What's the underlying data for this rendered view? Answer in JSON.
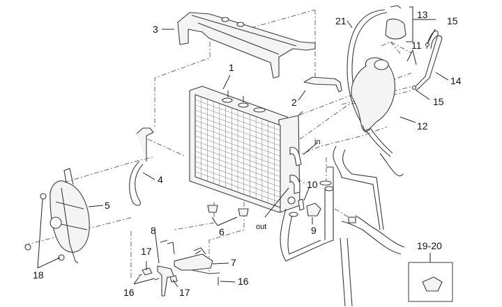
{
  "diagram": {
    "title": "Radiator cooling system exploded parts diagram",
    "callouts": [
      {
        "id": "c1",
        "text": "1",
        "part": "radiator"
      },
      {
        "id": "c2",
        "text": "2",
        "part": "expansion-tank-bracket"
      },
      {
        "id": "c3",
        "text": "3",
        "part": "radiator-top-cover"
      },
      {
        "id": "c4",
        "text": "4",
        "part": "radiator-side-bracket"
      },
      {
        "id": "c5",
        "text": "5",
        "part": "cooling-fan"
      },
      {
        "id": "c6",
        "text": "6",
        "part": "rubber-grommets"
      },
      {
        "id": "c7",
        "text": "7",
        "part": "lower-mounting-bracket"
      },
      {
        "id": "c8",
        "text": "8",
        "part": "support-plate"
      },
      {
        "id": "c9",
        "text": "9",
        "part": "thermal-switch"
      },
      {
        "id": "c10",
        "text": "10",
        "part": "sealing-washer"
      },
      {
        "id": "c11",
        "text": "11",
        "part": "screws"
      },
      {
        "id": "c12",
        "text": "12",
        "part": "expansion-tank"
      },
      {
        "id": "c13",
        "text": "13",
        "part": "tank-cap"
      },
      {
        "id": "c14",
        "text": "14",
        "part": "overflow-hose"
      },
      {
        "id": "c15a",
        "text": "15",
        "part": "hose-clamp-top"
      },
      {
        "id": "c15b",
        "text": "15",
        "part": "hose-clamp-bottom"
      },
      {
        "id": "c16a",
        "text": "16",
        "part": "screw-left"
      },
      {
        "id": "c16b",
        "text": "16",
        "part": "screw-right"
      },
      {
        "id": "c17a",
        "text": "17",
        "part": "rubber-pad-upper"
      },
      {
        "id": "c17b",
        "text": "17",
        "part": "rubber-pad-lower"
      },
      {
        "id": "c18",
        "text": "18",
        "part": "fan-nuts"
      },
      {
        "id": "c19-20",
        "text": "19-20",
        "part": "spring-clip"
      },
      {
        "id": "c21",
        "text": "21",
        "part": "breather-hose"
      }
    ],
    "flow_labels": {
      "in": "in",
      "out": "out"
    }
  }
}
